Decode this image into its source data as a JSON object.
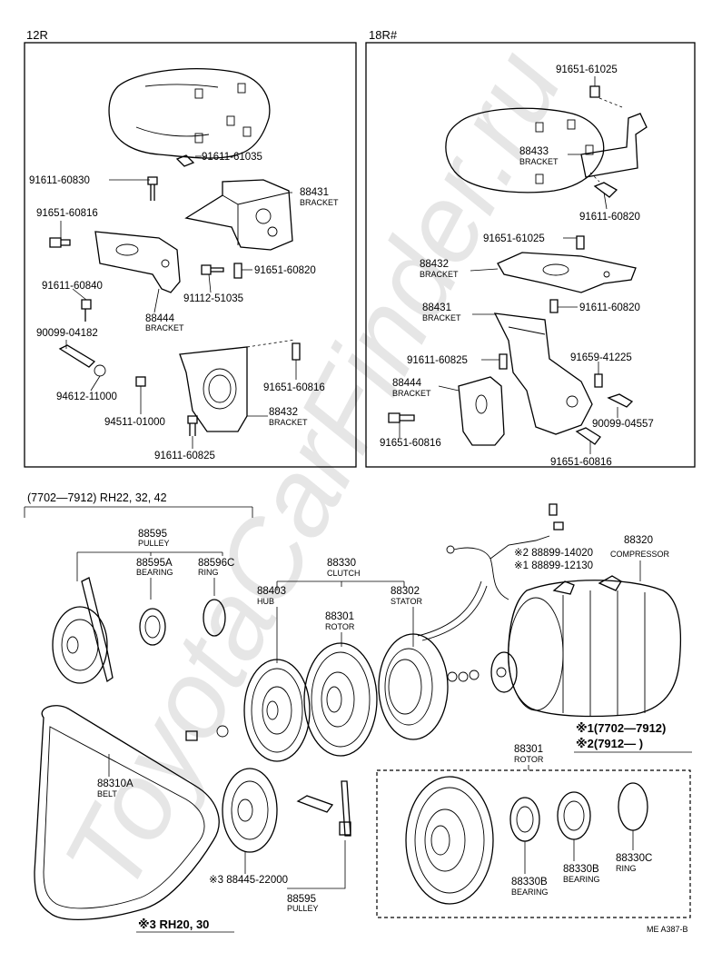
{
  "watermark": "ToyotaCarFinder.ru",
  "panels": {
    "left_title": "12R",
    "right_title": "18R#",
    "lower_range": "(7702—7912) RH22, 32, 42"
  },
  "labels": {
    "l_91611_61035": "91611-61035",
    "l_91611_60830": "91611-60830",
    "l_88431": "88431",
    "l_88431_name": "BRACKET",
    "l_91651_60816": "91651-60816",
    "l_91651_60820": "91651-60820",
    "l_91611_60840": "91611-60840",
    "l_91112_51035": "91112-51035",
    "l_88444": "88444",
    "l_88444_name": "BRACKET",
    "l_90099_04182": "90099-04182",
    "l_94612_11000": "94612-11000",
    "l_91651_60816b": "91651-60816",
    "l_94511_01000": "94511-01000",
    "l_88432": "88432",
    "l_88432_name": "BRACKET",
    "l_91611_60825": "91611-60825",
    "r_91651_61025": "91651-61025",
    "r_88433": "88433",
    "r_88433_name": "BRACKET",
    "r_91611_60820": "91611-60820",
    "r_91651_61025b": "91651-61025",
    "r_88432": "88432",
    "r_88432_name": "BRACKET",
    "r_91611_60820b": "91611-60820",
    "r_88431": "88431",
    "r_88431_name": "BRACKET",
    "r_91611_60825": "91611-60825",
    "r_91659_41225": "91659-41225",
    "r_88444": "88444",
    "r_88444_name": "BRACKET",
    "r_90099_04557": "90099-04557",
    "r_91651_60816": "91651-60816",
    "r_91651_60816b": "91651-60816",
    "b_88595": "88595",
    "b_88595_name": "PULLEY",
    "b_88595A": "88595A",
    "b_88595A_name": "BEARING",
    "b_88596C": "88596C",
    "b_88596C_name": "RING",
    "b_88330": "88330",
    "b_88330_name": "CLUTCH",
    "b_88403": "88403",
    "b_88403_name": "HUB",
    "b_88302": "88302",
    "b_88302_name": "STATOR",
    "b_88301": "88301",
    "b_88301_name": "ROTOR",
    "b_x2_88899_14020": "※2 88899-14020",
    "b_x1_88899_12130": "※1 88899-12130",
    "b_88320": "88320",
    "b_88320_name": "COMPRESSOR",
    "b_88310A": "88310A",
    "b_88310A_name": "BELT",
    "b_x1_range": "※1(7702—7912)",
    "b_x2_range": "※2(7912—      )",
    "b_88301b": "88301",
    "b_88301b_name": "ROTOR",
    "b_88330B_1": "88330B",
    "b_88330B_1_name": "BEARING",
    "b_88330B_2": "88330B",
    "b_88330B_2_name": "BEARING",
    "b_88330C": "88330C",
    "b_88330C_name": "RING",
    "b_x3_88445_22000": "※3 88445-22000",
    "b_88595b": "88595",
    "b_88595b_name": "PULLEY",
    "b_x3_rh": "※3 RH20, 30",
    "doc_code": "ME  A387-B"
  }
}
